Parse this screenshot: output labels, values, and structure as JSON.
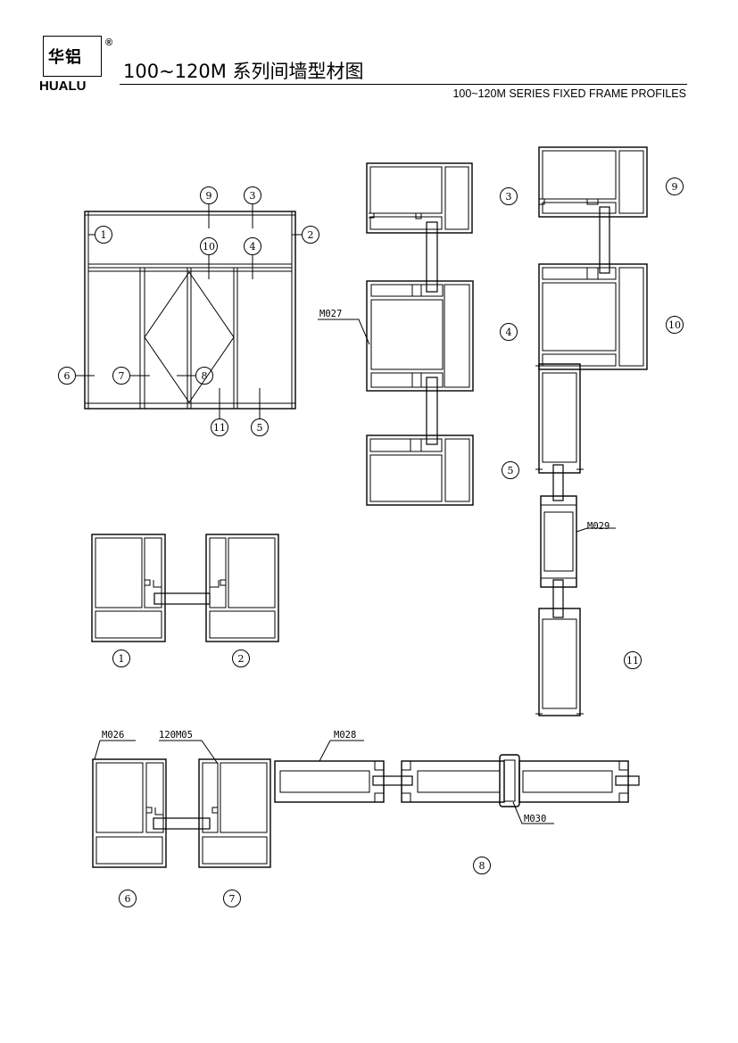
{
  "logo": {
    "cn": "华铝",
    "en": "HUALU",
    "reg": "®"
  },
  "title": {
    "cn": "100~120M 系列间墙型材图",
    "en": "100~120M SERIES FIXED FRAME PROFILES"
  },
  "callouts": [
    "1",
    "2",
    "3",
    "4",
    "5",
    "6",
    "7",
    "8",
    "9",
    "10",
    "11"
  ],
  "codes": {
    "m026": "M026",
    "m027": "M027",
    "m028": "M028",
    "m029": "M029",
    "m030": "M030",
    "c120m05": "120M05"
  }
}
